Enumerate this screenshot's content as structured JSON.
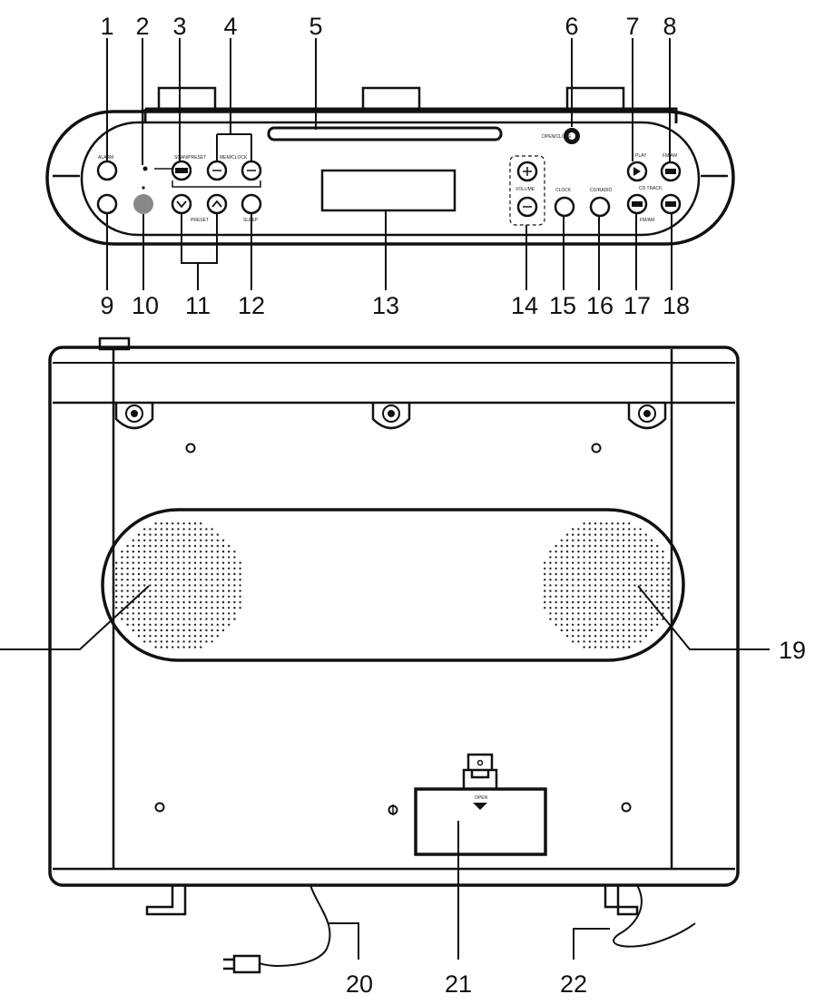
{
  "top_view": {
    "callouts": [
      "1",
      "2",
      "3",
      "4",
      "5",
      "6",
      "7",
      "8",
      "9",
      "10",
      "11",
      "12",
      "13",
      "14",
      "15",
      "16",
      "17",
      "18"
    ],
    "button_legends": {
      "b1": "ALARM",
      "b3": "SCAN/PRESET",
      "b4": "MEM/CLOCK",
      "b6": "OPEN/CLOSE",
      "b7": "PLAY",
      "b8": "FM/AM",
      "b11": "PRESET",
      "b12": "SLEEP",
      "b14": "VOLUME",
      "b15": "CLOCK",
      "b16": "CD/RADIO",
      "b17": "CD TRACK",
      "b18": "FM/AM"
    }
  },
  "bottom_view": {
    "callouts": [
      "19",
      "20",
      "21",
      "22"
    ],
    "battery_door_label": "OPEN"
  }
}
